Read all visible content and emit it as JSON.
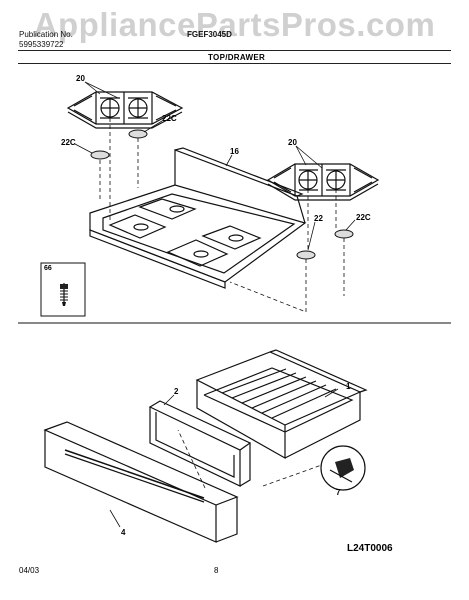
{
  "watermark": "AppliancePartsPros.com",
  "header": {
    "publication_label": "Publication No.",
    "publication_number": "5995339722",
    "model": "FGEF3045D",
    "section_title": "TOP/DRAWER"
  },
  "callouts": {
    "grate_left": "20",
    "cap_left_a": "22C",
    "cap_left_b": "22C",
    "cooktop": "16",
    "grate_right": "20",
    "cap_right_22": "22",
    "cap_right_22c": "22C",
    "inset": "66",
    "drawer": "1",
    "drawer_frame": "2",
    "drawer_front": "4",
    "roller": "7"
  },
  "footer": {
    "drawing_id": "L24T0006",
    "date": "04/03",
    "page": "8"
  }
}
